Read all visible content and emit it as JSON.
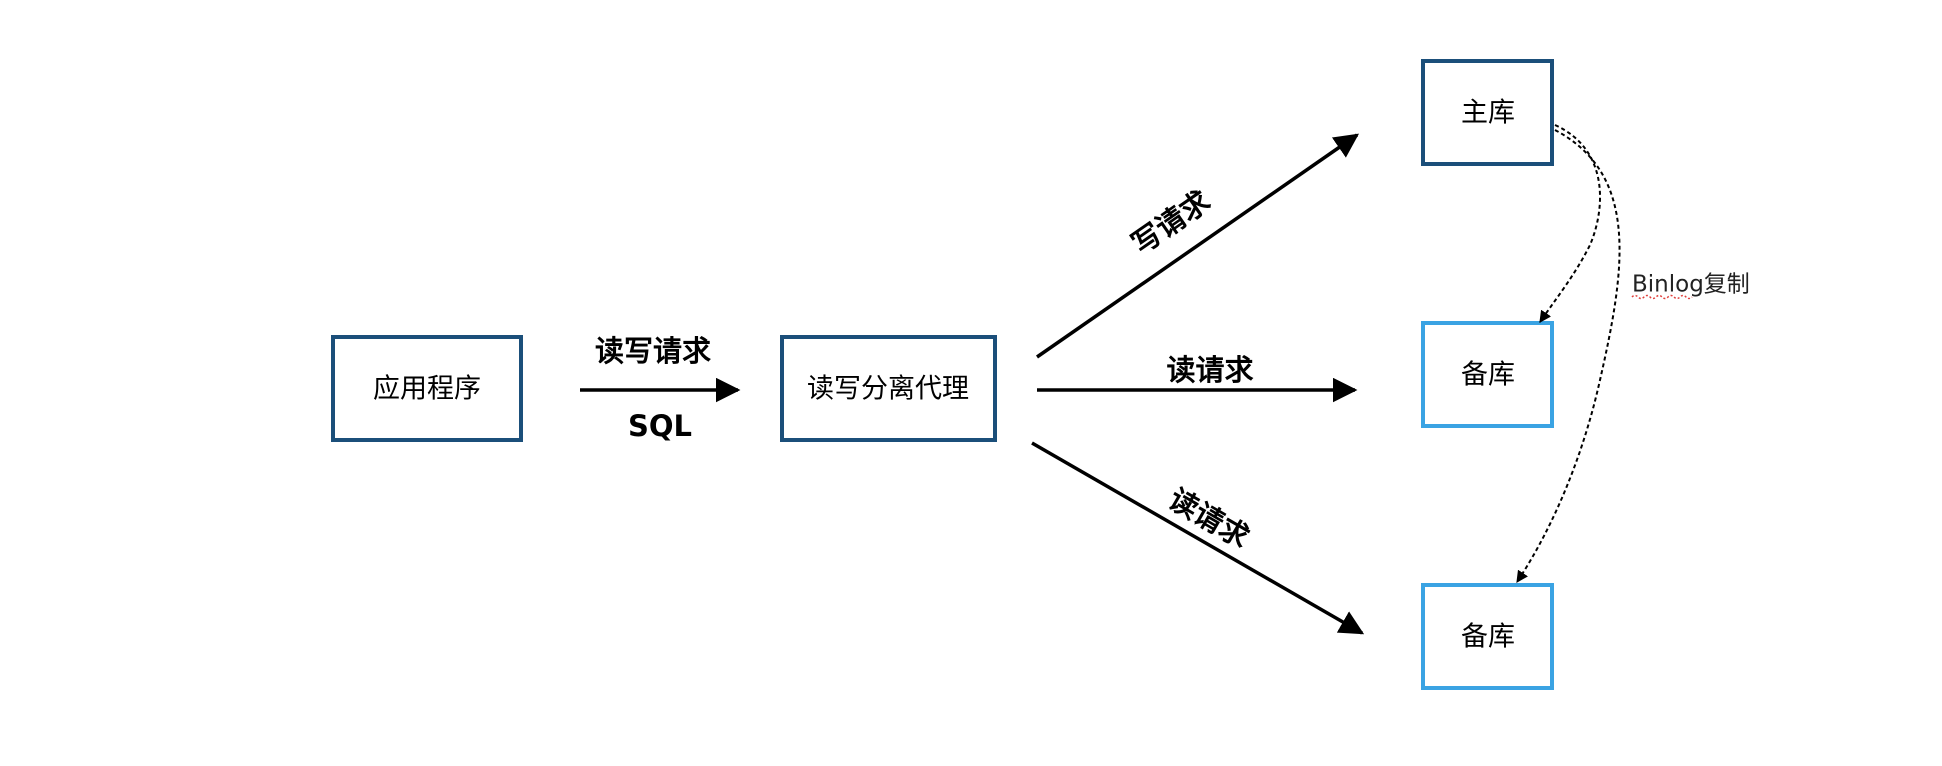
{
  "nodes": {
    "app": {
      "label": "应用程序"
    },
    "proxy": {
      "label": "读写分离代理"
    },
    "master": {
      "label": "主库"
    },
    "replica_1": {
      "label": "备库"
    },
    "replica_2": {
      "label": "备库"
    }
  },
  "edges": {
    "app_to_proxy": {
      "label_top": "读写请求",
      "label_bottom": "SQL"
    },
    "proxy_to_master": {
      "label": "写请求"
    },
    "proxy_to_replica_1": {
      "label": "读请求"
    },
    "proxy_to_replica_2": {
      "label": "读请求"
    },
    "replication": {
      "label": "Binlog复制"
    }
  },
  "colors": {
    "primary_border": "#1b4f7a",
    "replica_border": "#3aa3e3",
    "line": "#000000"
  }
}
